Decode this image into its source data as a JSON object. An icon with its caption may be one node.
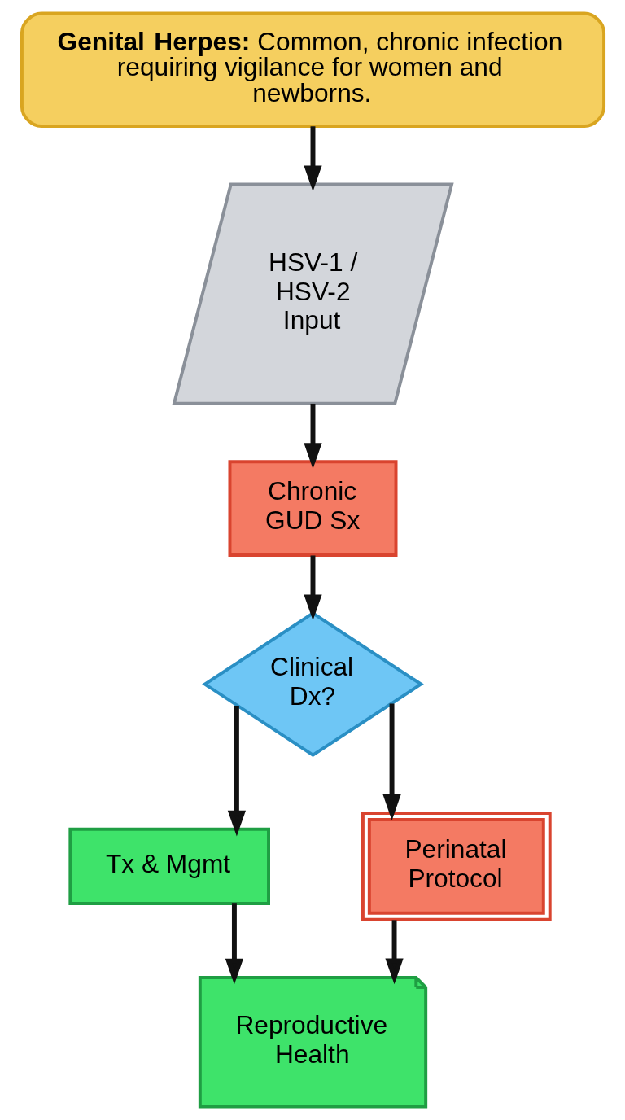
{
  "diagram": {
    "nodes": [
      {
        "text": [
          "**Genital Herpes:** Common, chronic infection requiring vigilance for women and newborns."
        ]
      },
      {
        "text": [
          "HSV-1 / HSV-2 Input"
        ]
      },
      {
        "text": [
          "Chronic GUD Sx"
        ]
      },
      {
        "text": [
          "Clinical Dx?"
        ]
      },
      {
        "text": [
          "Tx & Mgmt"
        ]
      },
      {
        "text": [
          "Perinatal Protocol"
        ]
      },
      {
        "text": [
          "Reproductive Health"
        ]
      }
    ],
    "edges": [
      {
        "from": 0,
        "to": 1,
        "arrow": "to"
      },
      {
        "from": 1,
        "to": 2,
        "arrow": "to"
      },
      {
        "from": 2,
        "to": 3,
        "arrow": "to"
      },
      {
        "from": 3,
        "to": 4,
        "arrow": "to"
      },
      {
        "from": 3,
        "to": 5,
        "arrow": "to"
      },
      {
        "from": 4,
        "to": 6,
        "arrow": "to"
      },
      {
        "from": 5,
        "to": 6,
        "arrow": "to"
      }
    ]
  }
}
